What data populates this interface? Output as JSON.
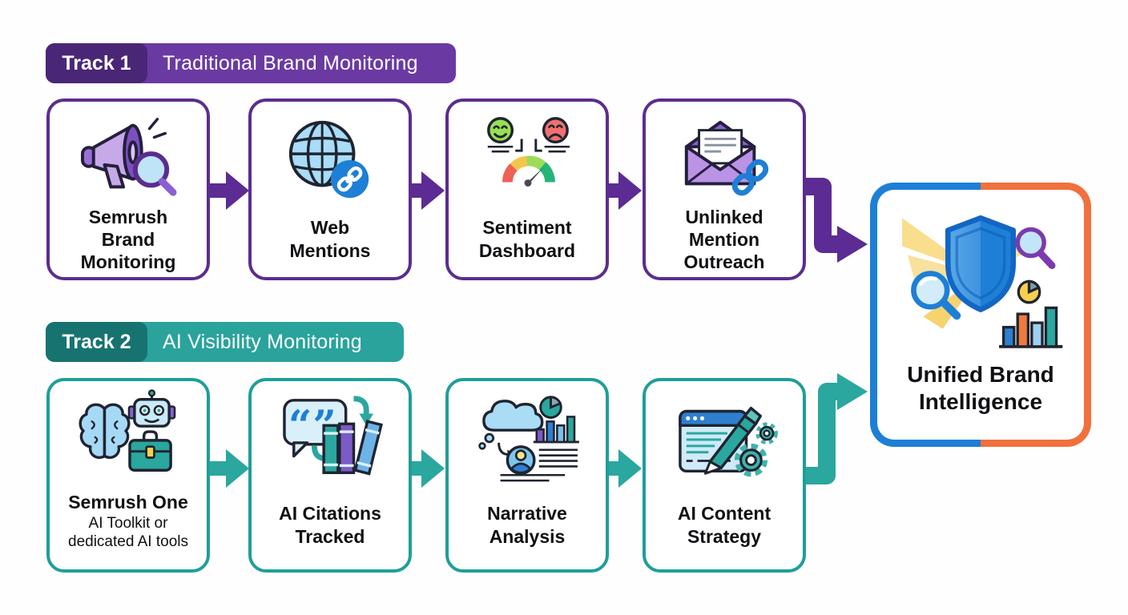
{
  "tracks": [
    {
      "badge": "Track 1",
      "title": "Traditional Brand Monitoring",
      "theme": {
        "badge_bg": "#4a2677",
        "bar_bg": "#6a3aa2",
        "box_border": "#5b2d8e",
        "arrow": "#5c2b94"
      },
      "steps": [
        {
          "label": "Semrush Brand Monitoring",
          "icon": "megaphone-magnifier-icon"
        },
        {
          "label": "Web Mentions",
          "icon": "globe-link-icon"
        },
        {
          "label": "Sentiment Dashboard",
          "icon": "sentiment-gauge-icon"
        },
        {
          "label": "Unlinked Mention Outreach",
          "icon": "envelope-link-icon"
        }
      ]
    },
    {
      "badge": "Track 2",
      "title": "AI Visibility Monitoring",
      "theme": {
        "badge_bg": "#17736f",
        "bar_bg": "#2aa39c",
        "box_border": "#1f9e99",
        "arrow": "#2aa79e"
      },
      "steps": [
        {
          "label": "Semrush One",
          "sublabel": "AI Toolkit or dedicated AI tools",
          "icon": "brain-robot-briefcase-icon"
        },
        {
          "label": "AI Citations Tracked",
          "icon": "quote-books-icon"
        },
        {
          "label": "Narrative Analysis",
          "icon": "cloud-analytics-icon"
        },
        {
          "label": "AI Content Strategy",
          "icon": "editor-gears-icon"
        }
      ]
    }
  ],
  "result": {
    "label": "Unified Brand Intelligence",
    "icon": "shield-analytics-icon",
    "border_left": "#1d7fd6",
    "border_right": "#f1703d"
  }
}
